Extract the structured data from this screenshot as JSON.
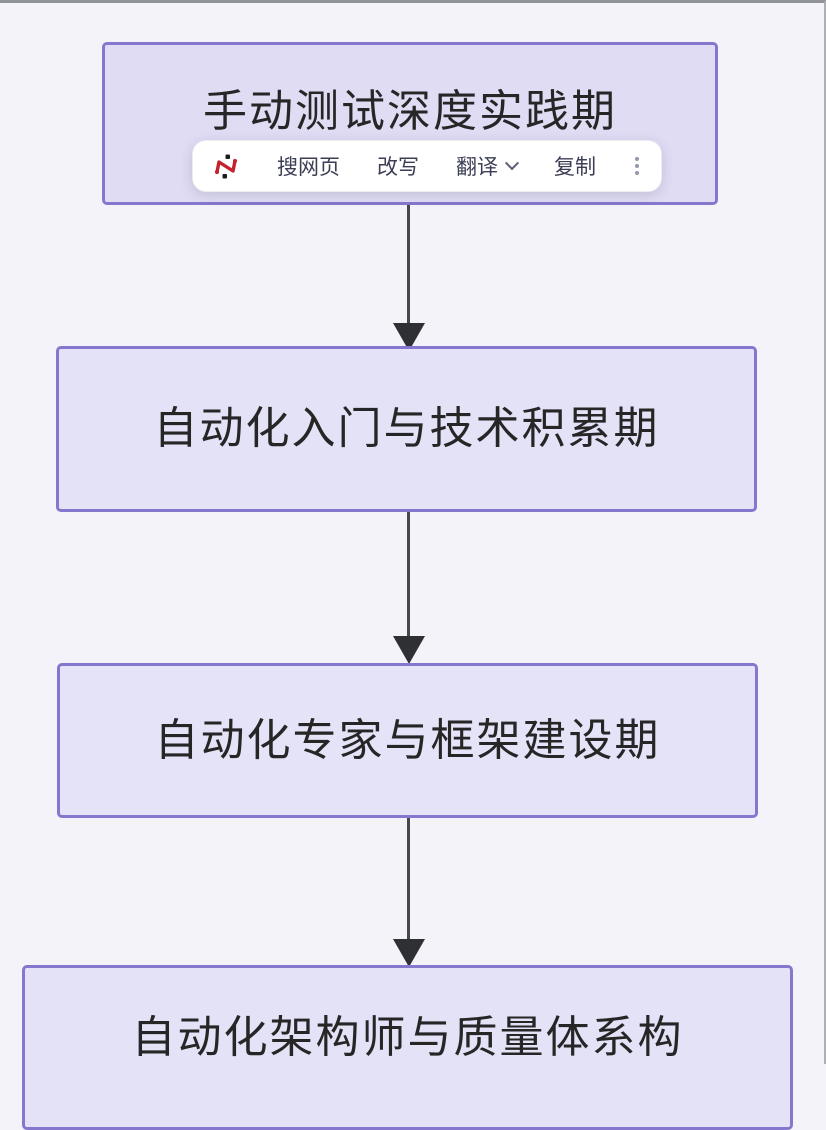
{
  "flowchart": {
    "stages": [
      {
        "label": "手动测试深度实践期",
        "fill": "#dfdcf4"
      },
      {
        "label": "自动化入门与技术积累期",
        "fill": "#e4e2f7"
      },
      {
        "label": "自动化专家与框架建设期",
        "fill": "#e5e3f7"
      },
      {
        "label": "自动化架构师与质量体系构",
        "fill": "#e4e2f7"
      }
    ],
    "box_border_color": "#8577cd",
    "arrow_color": "#2e3033",
    "label_color": "#262626"
  },
  "selection_toolbar": {
    "logo_icon": "red-n-extension-logo",
    "logo_color": "#c6222e",
    "items": [
      {
        "label": "搜网页"
      },
      {
        "label": "改写"
      },
      {
        "label": "翻译",
        "dropdown": true
      },
      {
        "label": "复制"
      }
    ],
    "more_icon": "vertical-ellipsis"
  }
}
